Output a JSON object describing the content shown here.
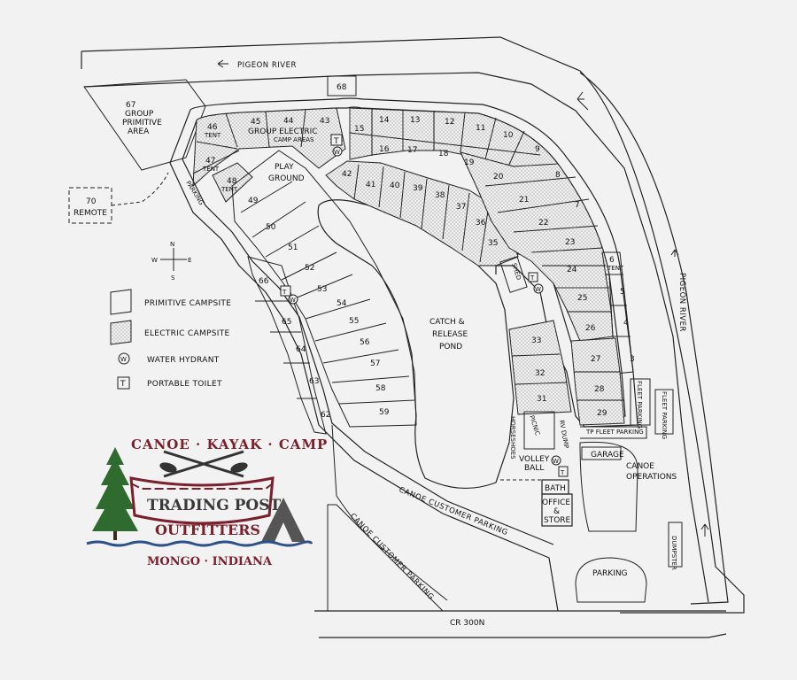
{
  "map": {
    "river_top": "PIGEON RIVER",
    "river_right": "PIGEON RIVER",
    "road": "CR 300N",
    "site_67": "67",
    "group_primitive": [
      "GROUP",
      "PRIMITIVE",
      "AREA"
    ],
    "site_68": "68",
    "site_70": "70",
    "remote": "REMOTE",
    "parking_left": "PARKING",
    "play_ground": [
      "PLAY",
      "GROUND"
    ],
    "group_electric": [
      "GROUP ELECTRIC",
      "CAMP AREAS"
    ],
    "tent": "TENT",
    "pond": [
      "CATCH &",
      "RELEASE",
      "POND"
    ],
    "canoe_parking_1": "CANOE CUSTOMER PARKING",
    "canoe_parking_2": "CANOE CUSTOMER PARKING",
    "shed": "SHED",
    "horseshoes": "HORSESHOES",
    "picnic": "PICNIC",
    "rv_dump": "RV DUMP",
    "volley": [
      "VOLLEY",
      "BALL"
    ],
    "bath": "BATH",
    "office": [
      "OFFICE",
      "&",
      "STORE"
    ],
    "garage": "GARAGE",
    "canoe_ops": [
      "CANOE",
      "OPERATIONS"
    ],
    "fleet_parking_1": "FLEET PARKING",
    "fleet_parking_2": "FLEET PARKING",
    "tp_fleet": "TP FLEET PARKING",
    "parking_bottom": "PARKING",
    "dumpster": "DUMPSTER",
    "compass": {
      "n": "N",
      "s": "S",
      "e": "E",
      "w": "W"
    },
    "toilet_symbol": "T",
    "hydrant_symbol": "W"
  },
  "sites": {
    "s1": [
      "44",
      "43",
      "15",
      "14",
      "13",
      "12",
      "11",
      "10",
      "9",
      "8",
      "7",
      "16",
      "17",
      "18",
      "19",
      "20",
      "21",
      "22",
      "23",
      "24",
      "25",
      "26",
      "27",
      "28",
      "29",
      "6",
      "5",
      "4",
      "3"
    ],
    "s2": [
      "45",
      "46",
      "47",
      "48",
      "49",
      "50",
      "51",
      "52",
      "53",
      "54",
      "55",
      "56",
      "57",
      "58",
      "59",
      "42",
      "41",
      "40",
      "39",
      "38",
      "37",
      "36",
      "35",
      "33",
      "32",
      "31",
      "62",
      "63",
      "64",
      "65",
      "66"
    ]
  },
  "legend": {
    "primitive": "PRIMITIVE CAMPSITE",
    "electric": "ELECTRIC CAMPSITE",
    "hydrant": "WATER HYDRANT",
    "toilet": "PORTABLE TOILET"
  },
  "logo": {
    "top": "CANOE · KAYAK · CAMP",
    "name1": "TRADING POST",
    "name2": "OUTFITTERS",
    "location": "MONGO · INDIANA"
  },
  "colors": {
    "background": "#f2f2f2",
    "line": "#222222",
    "logo_red": "#7a1f2b",
    "logo_tree": "#2f6b2f",
    "logo_water": "#2d4f8a"
  }
}
